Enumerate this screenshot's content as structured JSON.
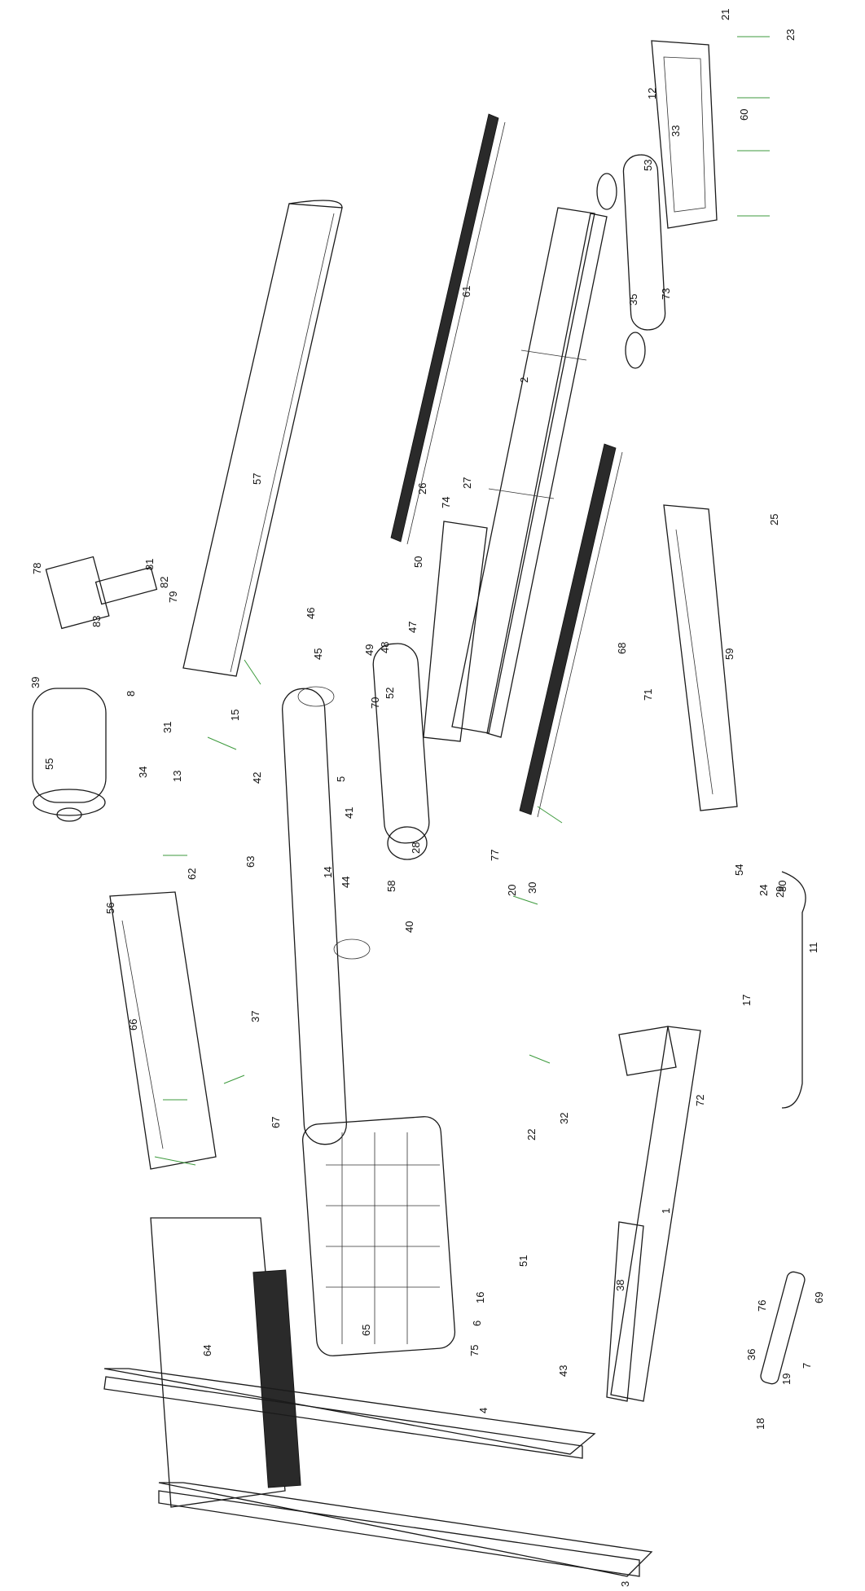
{
  "diagram": {
    "line_color": "#1a1a1a",
    "leader_color": "#3d9a3d",
    "callouts": [
      "1",
      "2",
      "3",
      "4",
      "5",
      "6",
      "7",
      "8",
      "11",
      "12",
      "13",
      "14",
      "15",
      "16",
      "17",
      "18",
      "19",
      "20",
      "21",
      "22",
      "23",
      "24",
      "25",
      "26",
      "27",
      "28",
      "29",
      "30",
      "31",
      "32",
      "33",
      "34",
      "35",
      "36",
      "37",
      "38",
      "39",
      "40",
      "41",
      "42",
      "43",
      "44",
      "45",
      "46",
      "47",
      "48",
      "49",
      "50",
      "51",
      "52",
      "53",
      "54",
      "55",
      "56",
      "57",
      "58",
      "59",
      "60",
      "61",
      "62",
      "63",
      "64",
      "65",
      "66",
      "67",
      "68",
      "69",
      "70",
      "71",
      "72",
      "73",
      "74",
      "75",
      "76",
      "77",
      "78",
      "79",
      "80",
      "81",
      "82",
      "83"
    ]
  }
}
